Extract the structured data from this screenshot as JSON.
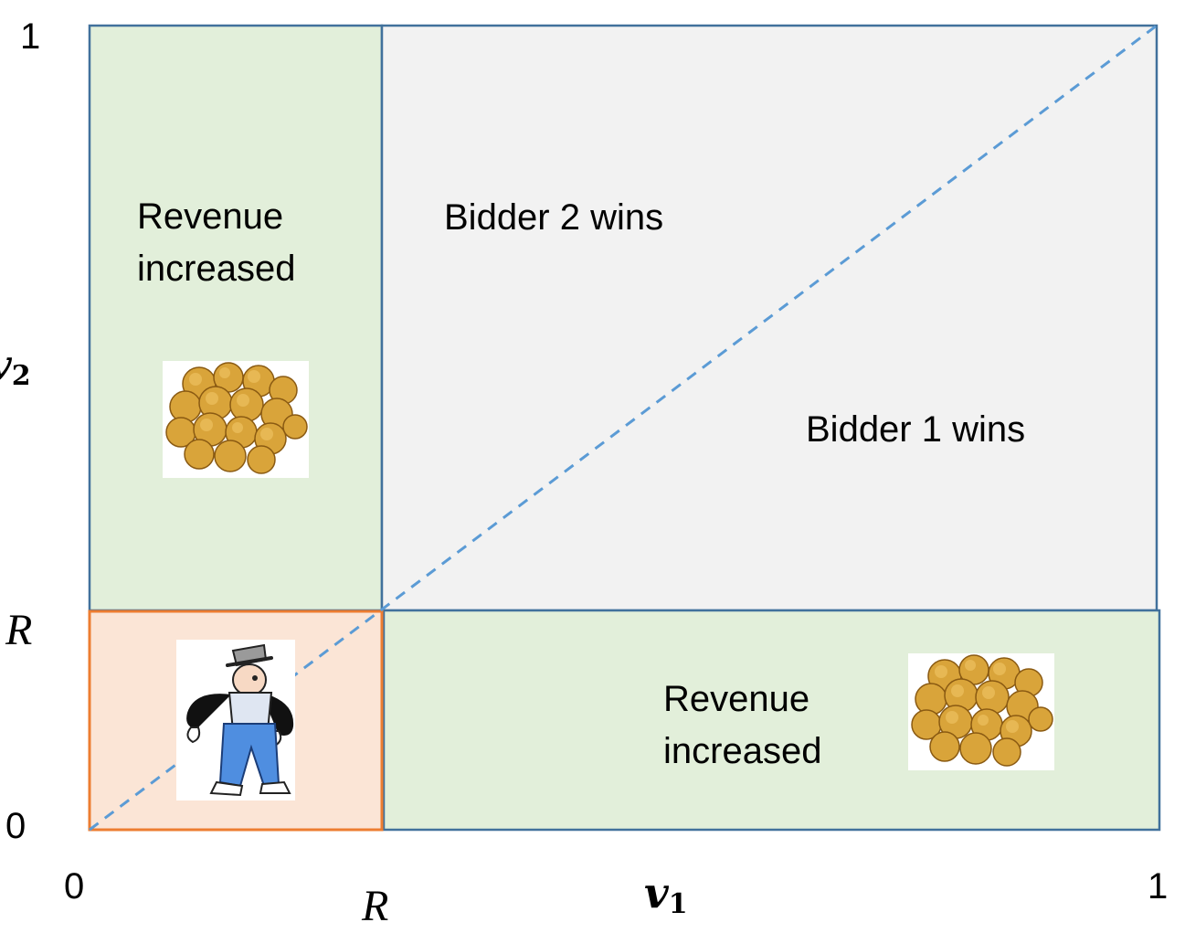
{
  "axes": {
    "x_label_var": "v",
    "x_label_sub": "1",
    "y_label_var": "v",
    "y_label_sub": "2",
    "x_ticks": [
      "0",
      "1"
    ],
    "y_ticks": [
      "1",
      "0"
    ],
    "reserve_label_x": "R",
    "reserve_label_y": "R"
  },
  "regions": {
    "top_left": [
      "Revenue",
      "increased"
    ],
    "top_right_upper": "Bidder 2 wins",
    "top_right_lower": "Bidder 1 wins",
    "bottom_right": [
      "Revenue",
      "increased"
    ]
  },
  "images": {
    "coins_top_left": "gold-coins",
    "coins_bottom_right": "gold-coins",
    "broke_man": "man-with-empty-pockets"
  },
  "colors": {
    "green_region": "#e2efda",
    "grey_region": "#f2f2f2",
    "orange_region": "#fbe5d6",
    "orange_border": "#ed7d31",
    "blue_border": "#41719c",
    "diagonal": "#5b9bd5"
  }
}
